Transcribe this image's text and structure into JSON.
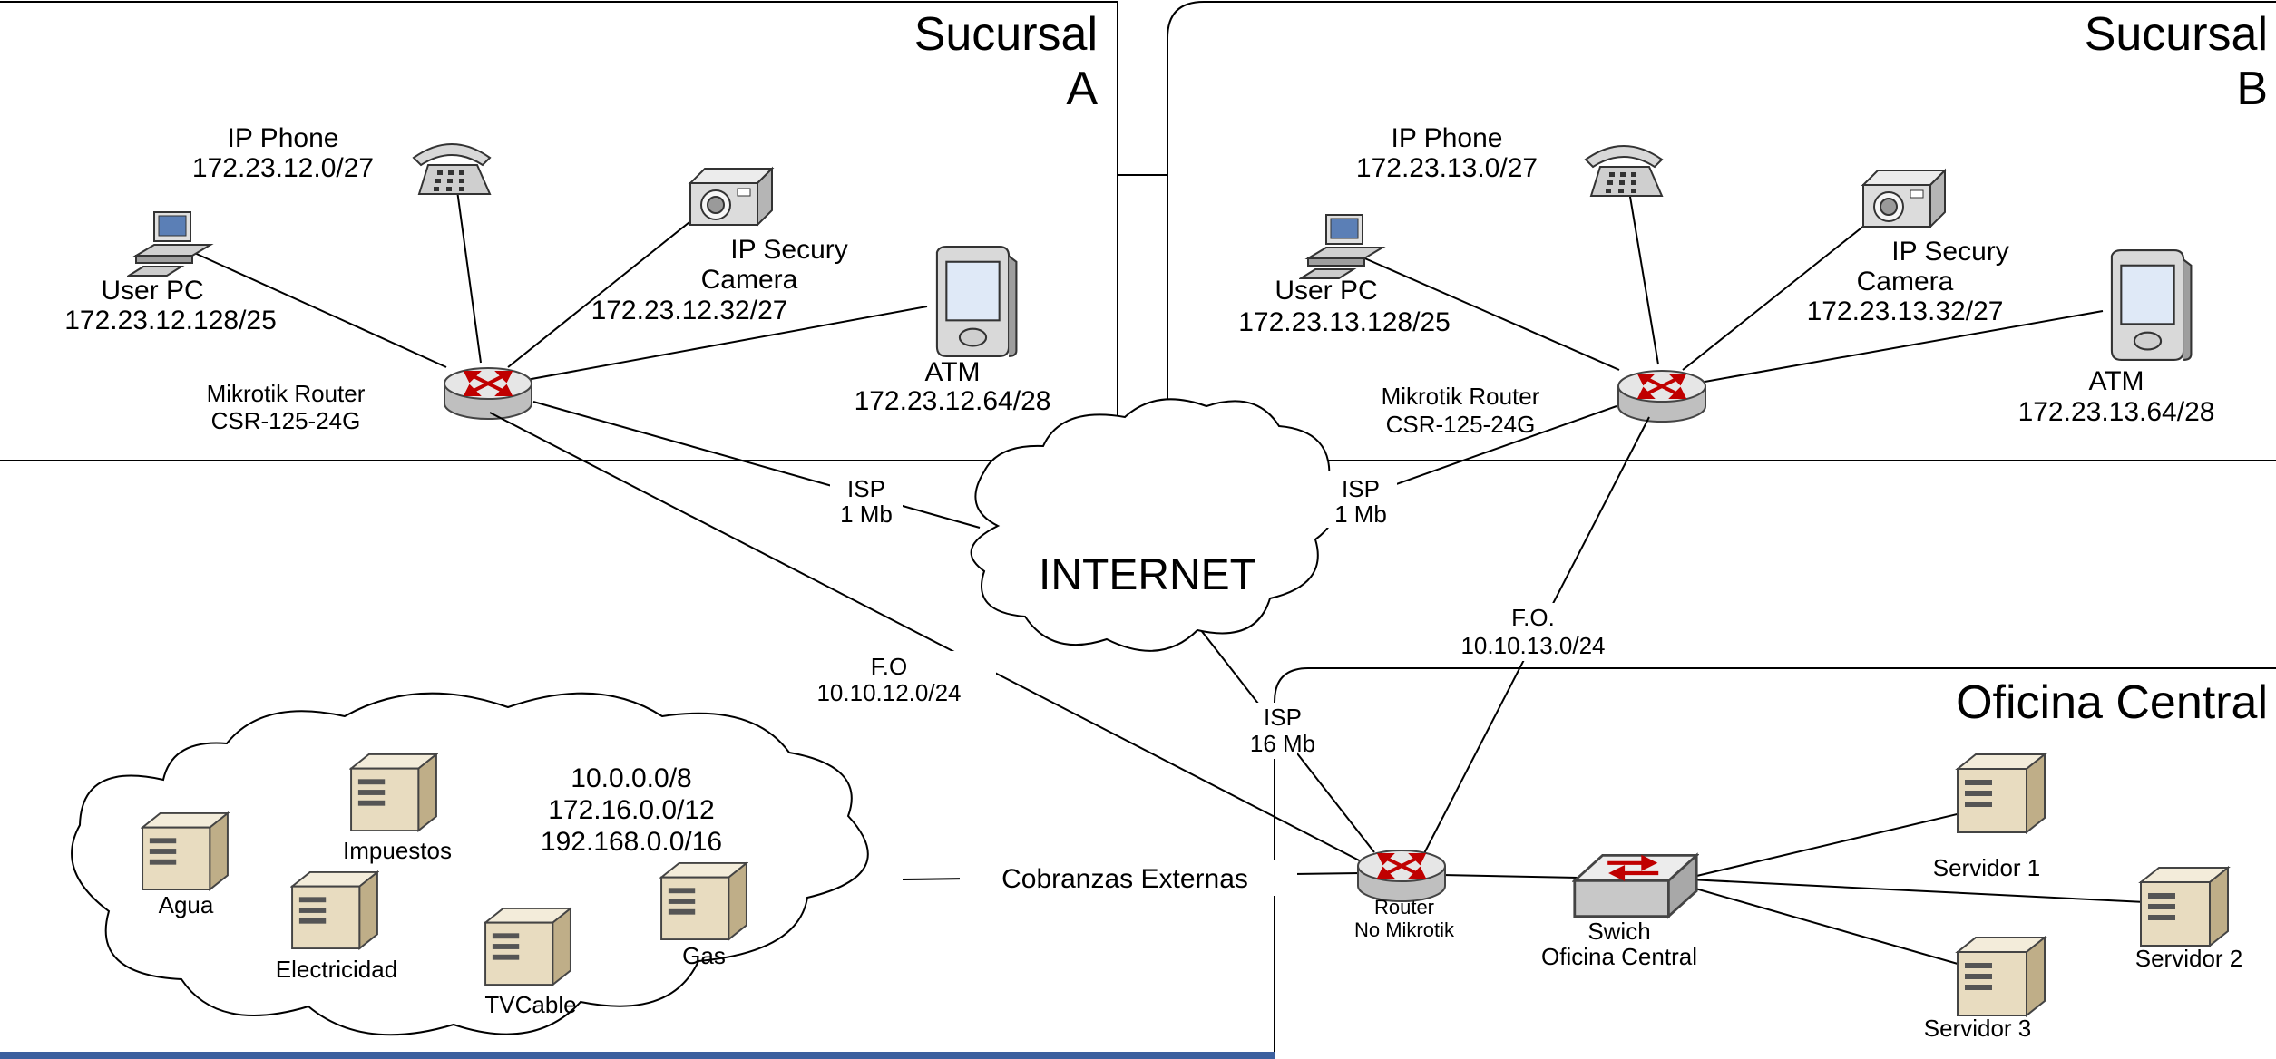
{
  "sites": {
    "a": {
      "title_1": "Sucursal",
      "title_2": "A",
      "ip_phone": {
        "name": "IP Phone",
        "ip": "172.23.12.0/27"
      },
      "user_pc": {
        "name": "User PC",
        "ip": "172.23.12.128/25"
      },
      "camera": {
        "name_1": "IP Secury",
        "name_2": "Camera",
        "ip": "172.23.12.32/27"
      },
      "atm": {
        "name": "ATM",
        "ip": "172.23.12.64/28"
      },
      "router": {
        "name": "Mikrotik Router",
        "model": "CSR-125-24G"
      }
    },
    "b": {
      "title_1": "Sucursal",
      "title_2": "B",
      "ip_phone": {
        "name": "IP Phone",
        "ip": "172.23.13.0/27"
      },
      "user_pc": {
        "name": "User PC",
        "ip": "172.23.13.128/25"
      },
      "camera": {
        "name_1": "IP Secury",
        "name_2": "Camera",
        "ip": "172.23.13.32/27"
      },
      "atm": {
        "name": "ATM",
        "ip": "172.23.13.64/28"
      },
      "router": {
        "name": "Mikrotik Router",
        "model": "CSR-125-24G"
      }
    }
  },
  "internet": {
    "label": "INTERNET"
  },
  "links": {
    "isp_a": {
      "l1": "ISP",
      "l2": "1 Mb"
    },
    "isp_b": {
      "l1": "ISP",
      "l2": "1 Mb"
    },
    "isp_central": {
      "l1": "ISP",
      "l2": "16 Mb"
    },
    "fo_a": {
      "l1": "F.O",
      "l2": "10.10.12.0/24"
    },
    "fo_b": {
      "l1": "F.O.",
      "l2": "10.10.13.0/24"
    },
    "external": "Cobranzas Externas"
  },
  "central": {
    "title": "Oficina Central",
    "router": {
      "l1": "Router",
      "l2": "No Mikrotik"
    },
    "switch": {
      "l1": "Swich",
      "l2": "Oficina Central"
    },
    "servers": [
      "Servidor 1",
      "Servidor 2",
      "Servidor 3"
    ]
  },
  "external_cloud": {
    "networks": [
      "10.0.0.0/8",
      "172.16.0.0/12",
      "192.168.0.0/16"
    ],
    "services": [
      "Agua",
      "Impuestos",
      "Electricidad",
      "TVCable",
      "Gas"
    ]
  },
  "colors": {
    "router_body": "#d9d9d9",
    "arrows": "#c00000",
    "server_body": "#e8dcc0",
    "footer": "#3b5f9e"
  }
}
